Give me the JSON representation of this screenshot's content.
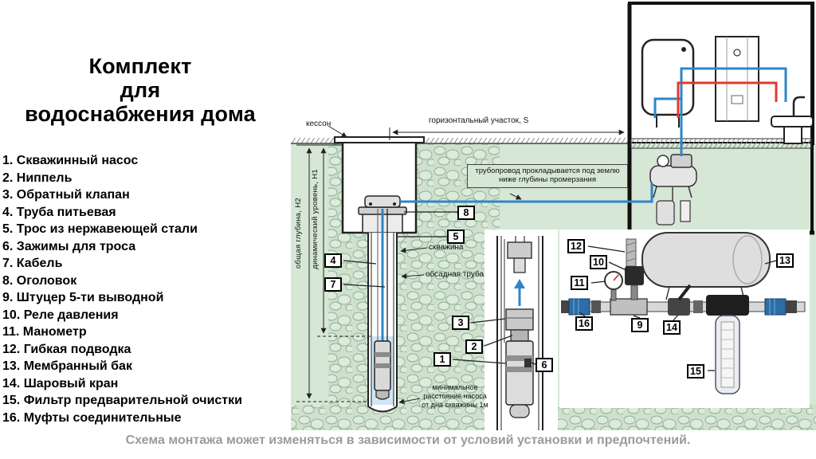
{
  "title": {
    "lines": [
      "Комплект",
      "для",
      "водоснабжения дома"
    ]
  },
  "parts_list": [
    "1. Скважинный насос",
    "2. Ниппель",
    "3. Обратный клапан",
    "4. Труба питьевая",
    "5. Трос из нержавеющей стали",
    "6. Зажимы для троса",
    "7. Кабель",
    "8. Оголовок",
    "9. Штуцер 5-ти выводной",
    "10. Реле давления",
    "11. Манометр",
    "12. Гибкая подводка",
    "13. Мембранный бак",
    "14. Шаровый кран",
    "15. Фильтр предварительной очистки",
    "16. Муфты соединительные"
  ],
  "diagram_labels": {
    "kesson": "кессон",
    "horizontal_section": "горизонтальный участок, S",
    "pipeline_note": "трубопровод прокладывается под землю ниже глубины промерзания",
    "total_depth": "общая глубина, Н2",
    "dynamic_level": "динамический уровень, Н1",
    "well": "скважина",
    "casing_pipe": "обсадная труба",
    "min_distance": "минимальное расстояние насоса от дна скважины 1м"
  },
  "callouts": [
    "1",
    "2",
    "3",
    "4",
    "5",
    "6",
    "7",
    "8",
    "9",
    "10",
    "11",
    "12",
    "13",
    "14",
    "15",
    "16"
  ],
  "footer": "Схема монтажа может изменяться в зависимости от условий установки и предпочтений.",
  "colors": {
    "cold_pipe": "#2e86c8",
    "hot_pipe": "#e03a2f",
    "ground_green": "#d7e7d6",
    "footer_gray": "#9b9b9b"
  }
}
